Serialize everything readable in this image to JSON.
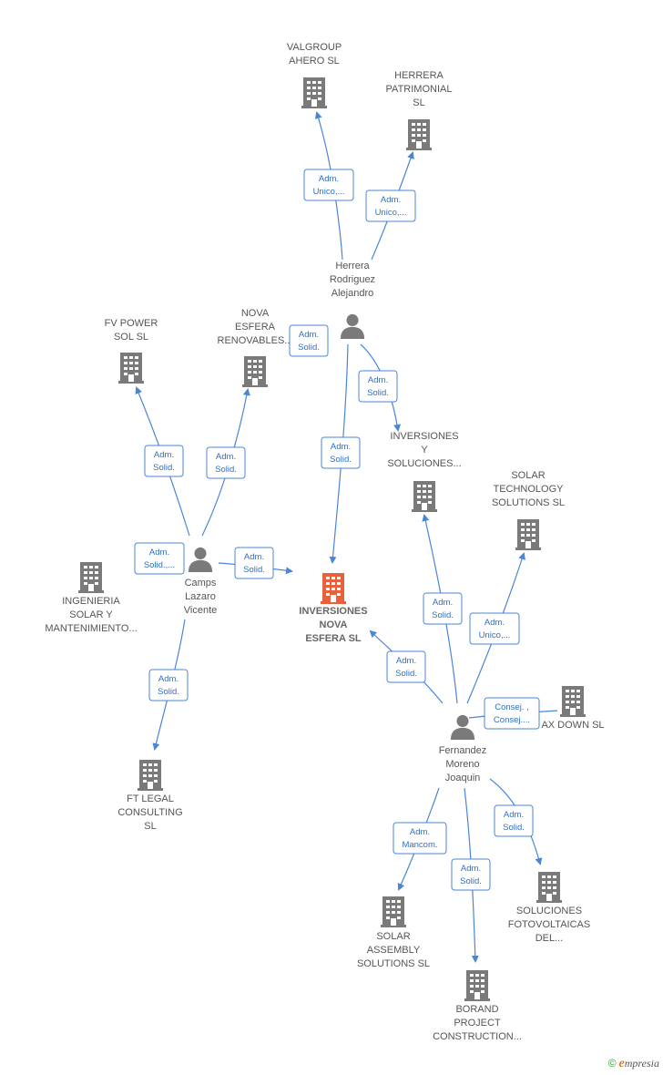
{
  "colors": {
    "edge": "#4a86d8",
    "edge_text": "#2f6fc4",
    "node": "#7a7a7a",
    "focus_node": "#e8603c"
  },
  "nodes": [
    {
      "id": "valgroup",
      "kind": "company",
      "lines": [
        "VALGROUP",
        "AHERO  SL"
      ]
    },
    {
      "id": "herrera_patrimonial",
      "kind": "company",
      "lines": [
        "HERRERA",
        "PATRIMONIAL",
        "SL"
      ]
    },
    {
      "id": "herrera_person",
      "kind": "person",
      "lines": [
        "Herrera",
        "Rodriguez",
        "Alejandro"
      ]
    },
    {
      "id": "fv_power",
      "kind": "company",
      "lines": [
        "FV POWER",
        "SOL  SL"
      ]
    },
    {
      "id": "nova_esfera_renov",
      "kind": "company",
      "lines": [
        "NOVA",
        "ESFERA",
        "RENOVABLES..."
      ]
    },
    {
      "id": "inversiones_soluciones",
      "kind": "company",
      "lines": [
        "INVERSIONES",
        "Y",
        "SOLUCIONES..."
      ]
    },
    {
      "id": "solar_technology",
      "kind": "company",
      "lines": [
        "SOLAR",
        "TECHNOLOGY",
        "SOLUTIONS  SL"
      ]
    },
    {
      "id": "camps_person",
      "kind": "person",
      "lines": [
        "Camps",
        "Lazaro",
        "Vicente"
      ]
    },
    {
      "id": "ingenieria",
      "kind": "company",
      "lines": [
        "INGENIERIA",
        "SOLAR Y",
        "MANTENIMIENTO..."
      ]
    },
    {
      "id": "inversiones_nova",
      "kind": "focus",
      "lines": [
        "INVERSIONES",
        "NOVA",
        "ESFERA  SL"
      ]
    },
    {
      "id": "ft_legal",
      "kind": "company",
      "lines": [
        "FT LEGAL",
        "CONSULTING",
        "SL"
      ]
    },
    {
      "id": "fernandez_person",
      "kind": "person",
      "lines": [
        "Fernandez",
        "Moreno",
        "Joaquin"
      ]
    },
    {
      "id": "max_down",
      "kind": "company",
      "lines": [
        "AX DOWN  SL"
      ]
    },
    {
      "id": "solar_assembly",
      "kind": "company",
      "lines": [
        "SOLAR",
        "ASSEMBLY",
        "SOLUTIONS  SL"
      ]
    },
    {
      "id": "soluciones_fotov",
      "kind": "company",
      "lines": [
        "SOLUCIONES",
        "FOTOVOLTAICAS",
        "DEL..."
      ]
    },
    {
      "id": "borand",
      "kind": "company",
      "lines": [
        "BORAND",
        "PROJECT",
        "CONSTRUCTION..."
      ]
    }
  ],
  "edges": [
    {
      "id": "e1",
      "lines": [
        "Adm.",
        "Unico,..."
      ]
    },
    {
      "id": "e2",
      "lines": [
        "Adm.",
        "Unico,..."
      ]
    },
    {
      "id": "e3",
      "lines": [
        "Adm.",
        "Solid."
      ]
    },
    {
      "id": "e4",
      "lines": [
        "Adm.",
        "Solid."
      ]
    },
    {
      "id": "e5",
      "lines": [
        "Adm.",
        "Solid."
      ]
    },
    {
      "id": "e6",
      "lines": [
        "Adm.",
        "Solid."
      ]
    },
    {
      "id": "e7",
      "lines": [
        "Adm.",
        "Solid."
      ]
    },
    {
      "id": "e8",
      "lines": [
        "Adm.",
        "Solid.,..."
      ]
    },
    {
      "id": "e9",
      "lines": [
        "Adm.",
        "Solid."
      ]
    },
    {
      "id": "e10",
      "lines": [
        "Adm.",
        "Solid."
      ]
    },
    {
      "id": "e11",
      "lines": [
        "Adm.",
        "Solid."
      ]
    },
    {
      "id": "e12",
      "lines": [
        "Adm.",
        "Unico,..."
      ]
    },
    {
      "id": "e13",
      "lines": [
        "Adm.",
        "Solid."
      ]
    },
    {
      "id": "e14",
      "lines": [
        "Consej. ,",
        "Consej...."
      ]
    },
    {
      "id": "e15",
      "lines": [
        "Adm.",
        "Mancom."
      ]
    },
    {
      "id": "e16",
      "lines": [
        "Adm.",
        "Solid."
      ]
    },
    {
      "id": "e17",
      "lines": [
        "Adm.",
        "Solid."
      ]
    }
  ],
  "watermark": {
    "symbol": "©",
    "brand_initial": "e",
    "brand_rest": "mpresia"
  }
}
